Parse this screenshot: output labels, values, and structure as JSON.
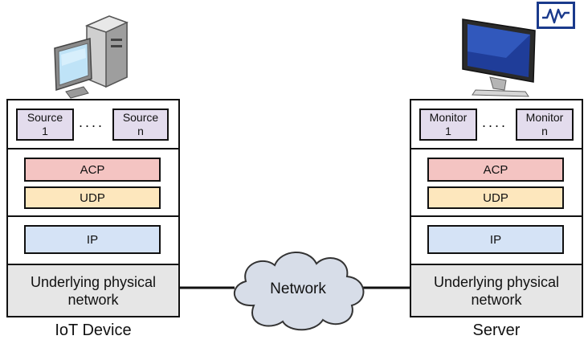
{
  "left_stack": {
    "source_first": "Source\n1",
    "source_last": "Source\nn",
    "dots": "....",
    "acp": "ACP",
    "udp": "UDP",
    "ip": "IP",
    "physical": "Underlying physical\nnetwork",
    "caption": "IoT Device"
  },
  "right_stack": {
    "monitor_first": "Monitor\n1",
    "monitor_last": "Monitor\nn",
    "dots": "....",
    "acp": "ACP",
    "udp": "UDP",
    "ip": "IP",
    "physical": "Underlying physical\nnetwork",
    "caption": "Server"
  },
  "network": {
    "label": "Network",
    "cloud_icon": "cloud-icon"
  },
  "icons": [
    "desktop-computer-icon",
    "monitor-screen-icon",
    "activity-chart-icon"
  ],
  "colors": {
    "acp": "#f4c4c2",
    "udp": "#fde7bd",
    "ip": "#d5e3f6",
    "app_chip": "#e3dced",
    "physical": "#e6e6e6",
    "icon_accent": "#1a3a8c"
  }
}
